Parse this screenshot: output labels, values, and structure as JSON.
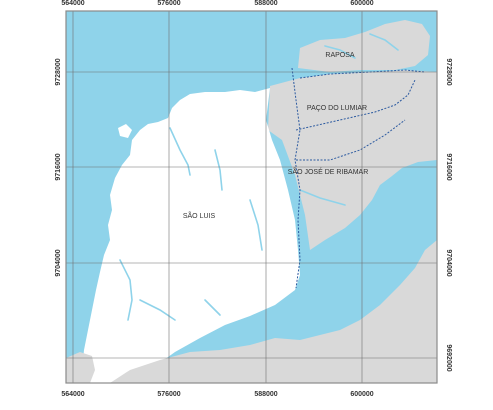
{
  "colors": {
    "water": "#8fd3ea",
    "land_sao_luis": "#ffffff",
    "land_other": "#d9d9d9",
    "grid": "#6f6f6f",
    "frame": "#8a8a8a",
    "boundary": "#2c5aa0"
  },
  "x_ticks_top": [
    "564000",
    "576000",
    "588000",
    "600000"
  ],
  "x_ticks_bottom": [
    "564000",
    "576000",
    "588000",
    "600000"
  ],
  "y_ticks_left": [
    "9728000",
    "9716000",
    "9704000"
  ],
  "y_ticks_right": [
    "9728000",
    "9716000",
    "9704000",
    "9692000"
  ],
  "municipalities": {
    "raposa": "RAPOSA",
    "paco": "PAÇO DO LUMIAR",
    "sao_jose": "SÃO JOSÉ DE RIBAMAR",
    "sao_luis": "SÃO LUIS"
  }
}
